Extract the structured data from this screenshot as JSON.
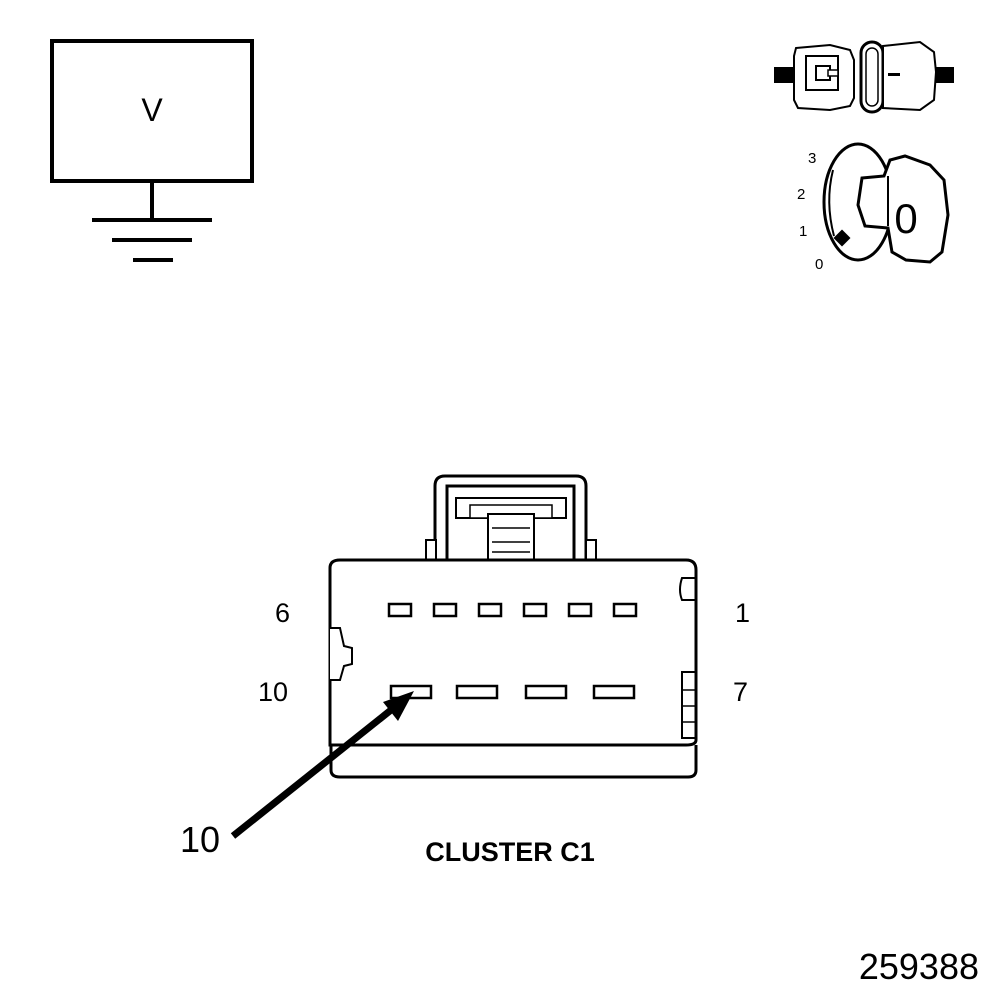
{
  "meter": {
    "symbol": "V"
  },
  "ignition": {
    "positions": [
      "3",
      "2",
      "1",
      "0"
    ],
    "key_label": "0"
  },
  "connector": {
    "name": "CLUSTER C1",
    "pin_labels": {
      "top_left": "6",
      "top_right": "1",
      "bottom_left": "10",
      "bottom_right": "7"
    },
    "top_row_pins": 6,
    "bottom_row_pins": 4
  },
  "callout": {
    "pin": "10"
  },
  "figure_number": "259388"
}
